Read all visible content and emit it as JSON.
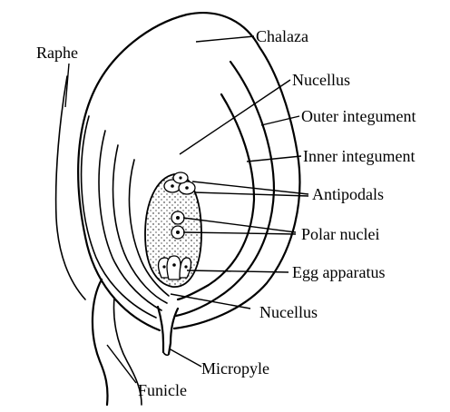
{
  "diagram": {
    "labels": {
      "chalaza": "Chalaza",
      "raphe": "Raphe",
      "nucellus_top": "Nucellus",
      "outer_integument": "Outer integument",
      "inner_integument": "Inner integument",
      "antipodals": "Antipodals",
      "polar_nuclei": "Polar nuclei",
      "egg_apparatus": "Egg apparatus",
      "nucellus_bottom": "Nucellus",
      "micropyle": "Micropyle",
      "funicle": "Funicle"
    }
  }
}
